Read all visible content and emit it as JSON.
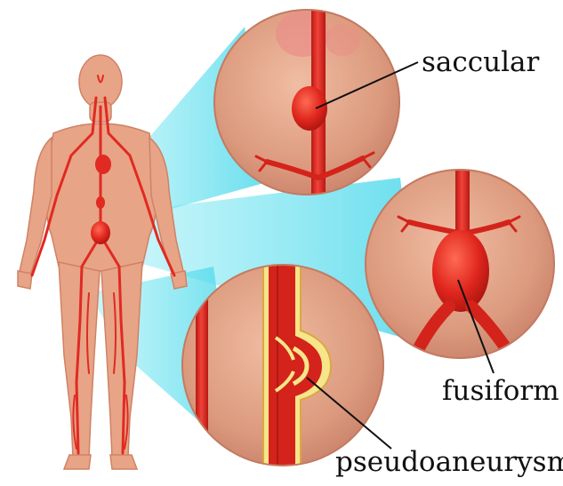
{
  "labels": {
    "saccular": "saccular",
    "fusiform": "fusiform",
    "pseudoaneurysm": "pseudoaneurysm"
  },
  "colors": {
    "skin": "#e8a486",
    "skin_dark": "#cf8266",
    "vessel": "#e02a22",
    "vessel_dark": "#a3140f",
    "beam": "#6fe6f2",
    "circle_bg": "#e3a186",
    "wall": "#f6e58a"
  }
}
